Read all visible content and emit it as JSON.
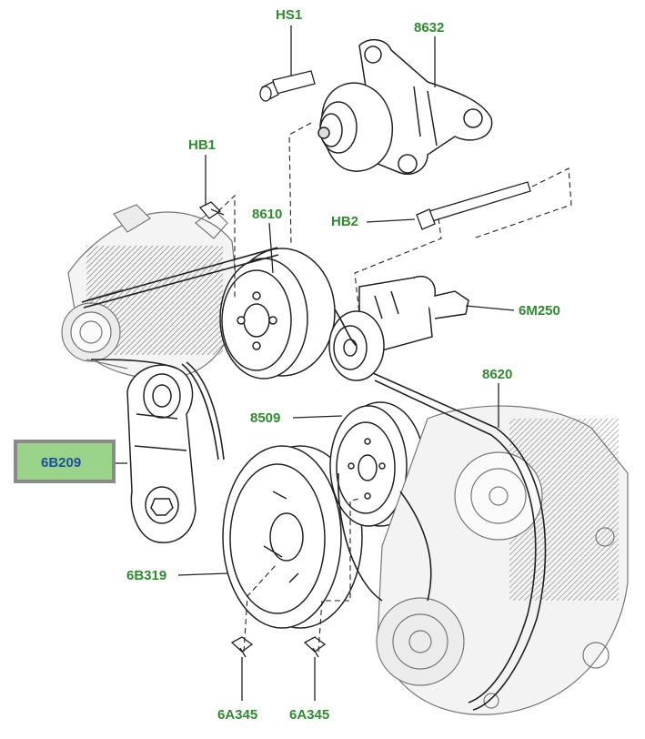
{
  "labels": {
    "hs1": "HS1",
    "p8632": "8632",
    "hb1": "HB1",
    "p8610": "8610",
    "hb2": "HB2",
    "p6m250": "6M250",
    "p8620": "8620",
    "p8509": "8509",
    "p6b209": "6B209",
    "p6b319": "6B319",
    "p6a345_left": "6A345",
    "p6a345_right": "6A345"
  },
  "colors": {
    "label_text": "#2e8b2e",
    "selected_label_text": "#1f4f9c",
    "selected_fill": "#9ad38a",
    "selected_border": "#8a8a8a",
    "line": "#222222"
  }
}
